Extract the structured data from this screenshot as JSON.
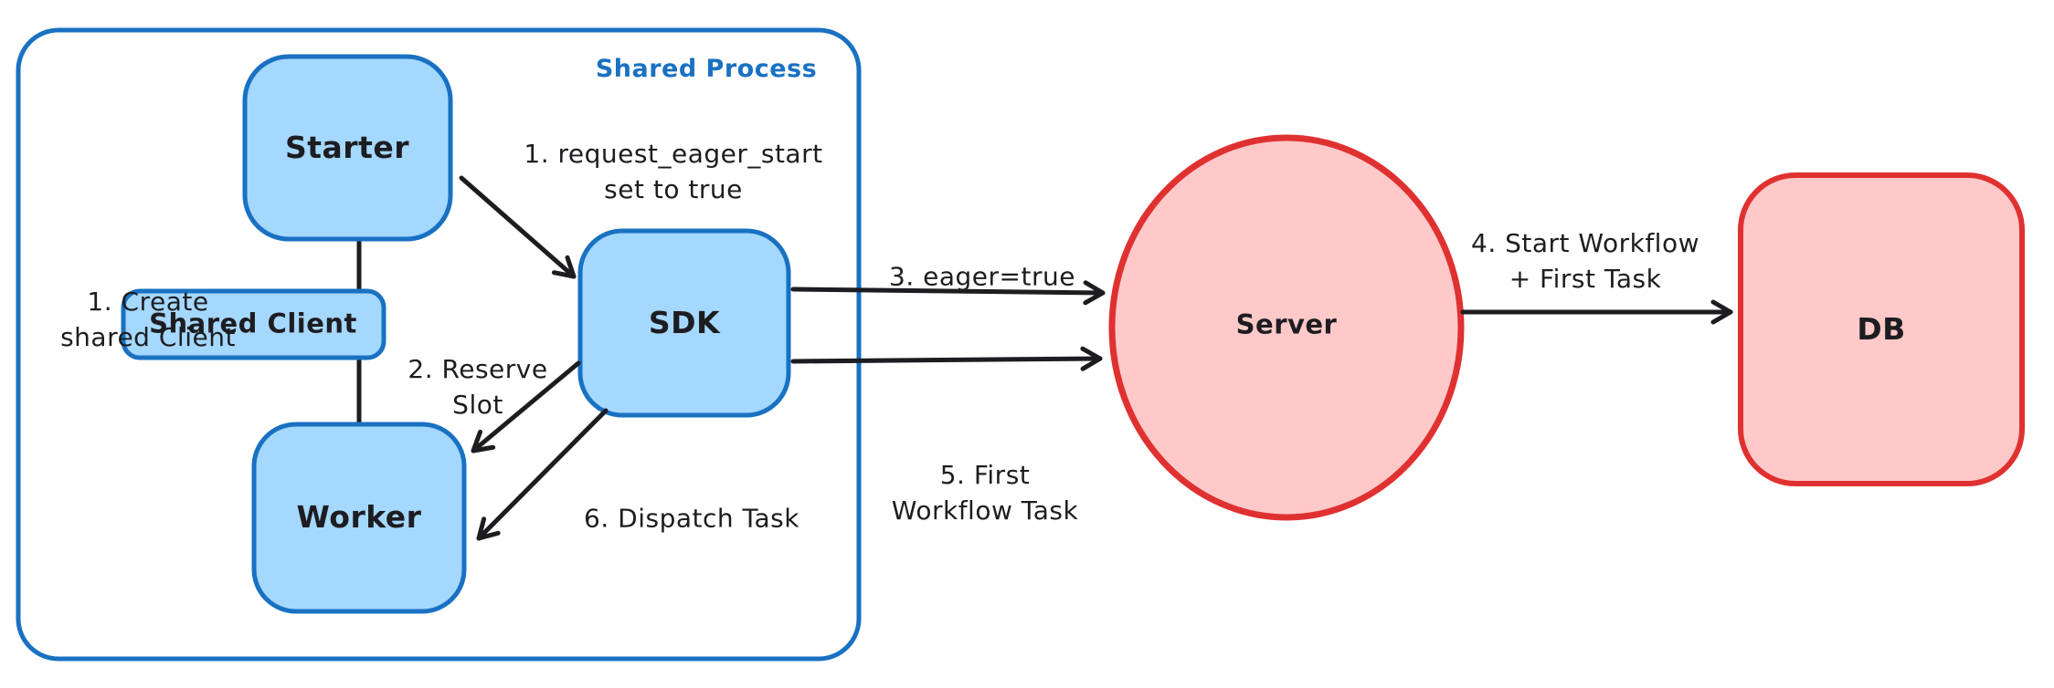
{
  "diagram": {
    "container_title": "Shared Process",
    "nodes": {
      "starter": "Starter",
      "shared_client": "Shared Client",
      "worker": "Worker",
      "sdk": "SDK",
      "server": "Server",
      "db": "DB"
    },
    "annotations": {
      "create_shared_client": "1. Create\nshared Client",
      "request_eager_start": "1. request_eager_start\nset to true",
      "reserve_slot": "2. Reserve\nSlot",
      "eager_true": "3. eager=true",
      "start_workflow": "4. Start Workflow\n+ First Task",
      "first_workflow_task": "5. First\nWorkflow Task",
      "dispatch_task": "6. Dispatch Task"
    },
    "colors": {
      "blue_stroke": "#1971c2",
      "blue_fill": "#a5d8ff",
      "red_stroke": "#e03131",
      "red_fill": "#ffc9c9",
      "ink": "#1d1d21",
      "background": "#ffffff"
    }
  }
}
